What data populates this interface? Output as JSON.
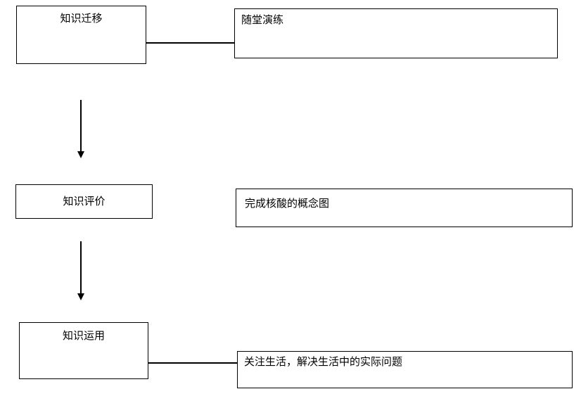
{
  "diagram": {
    "type": "flowchart",
    "colors": {
      "border": "#000000",
      "text": "#000000",
      "background": "#ffffff"
    },
    "nodes": [
      {
        "id": "knowledge-transfer",
        "label": "知识迁移"
      },
      {
        "id": "classroom-practice",
        "label": "随堂演练"
      },
      {
        "id": "knowledge-evaluation",
        "label": "知识评价"
      },
      {
        "id": "nucleic-acid-concept-map",
        "label": "完成核酸的概念图"
      },
      {
        "id": "knowledge-application",
        "label": "知识运用"
      },
      {
        "id": "life-application",
        "label": "关注生活，解决生活中的实际问题"
      }
    ],
    "edges": [
      {
        "from": "knowledge-transfer",
        "to": "classroom-practice",
        "style": "plain-line",
        "direction": "horizontal"
      },
      {
        "from": "knowledge-transfer",
        "to": "knowledge-evaluation",
        "style": "arrow",
        "direction": "vertical-down"
      },
      {
        "from": "knowledge-evaluation",
        "to": "knowledge-application",
        "style": "arrow",
        "direction": "vertical-down"
      },
      {
        "from": "knowledge-application",
        "to": "life-application",
        "style": "plain-line",
        "direction": "horizontal"
      }
    ]
  }
}
